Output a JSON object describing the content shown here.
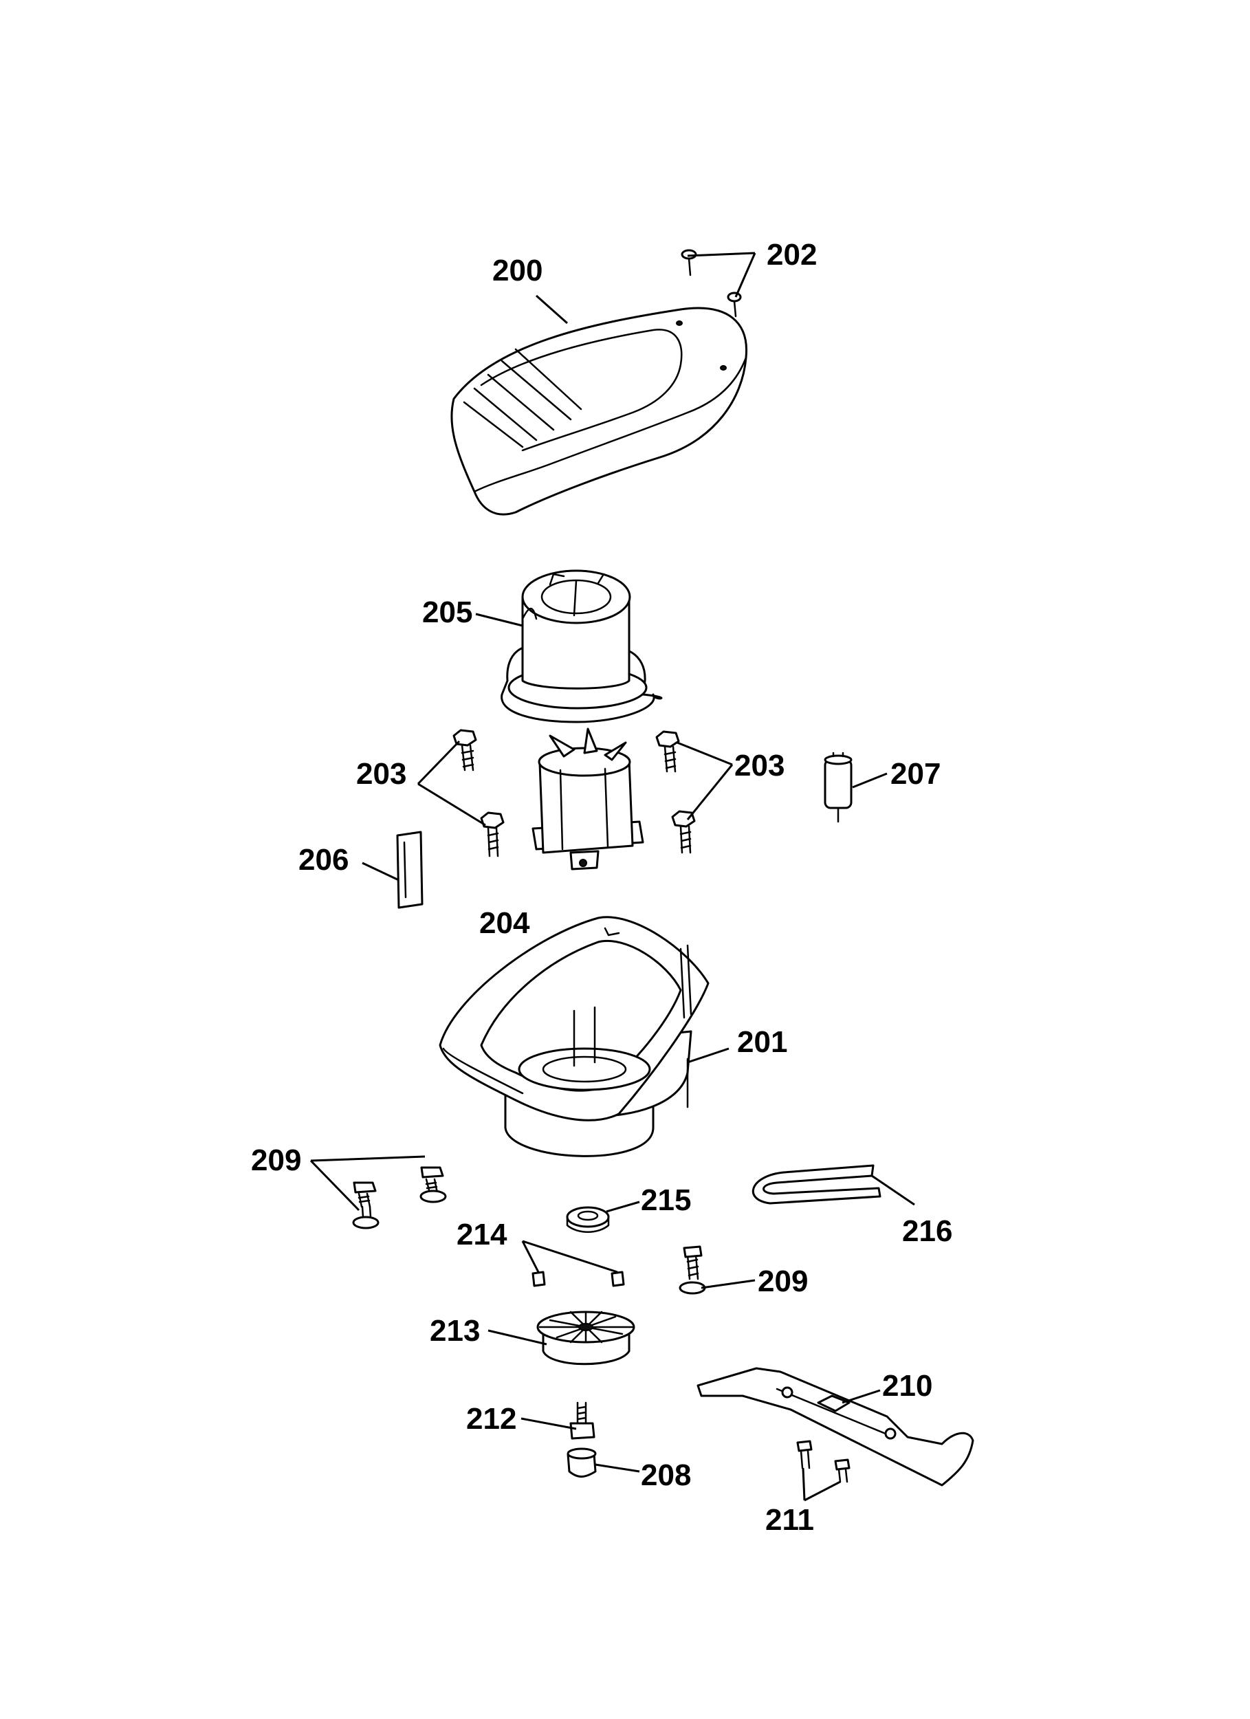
{
  "callouts": {
    "c200": "200",
    "c201": "201",
    "c202": "202",
    "c203a": "203",
    "c203b": "203",
    "c204": "204",
    "c205": "205",
    "c206": "206",
    "c207": "207",
    "c208": "208",
    "c209a": "209",
    "c209b": "209",
    "c210": "210",
    "c211": "211",
    "c212": "212",
    "c213": "213",
    "c214": "214",
    "c215": "215",
    "c216": "216"
  }
}
